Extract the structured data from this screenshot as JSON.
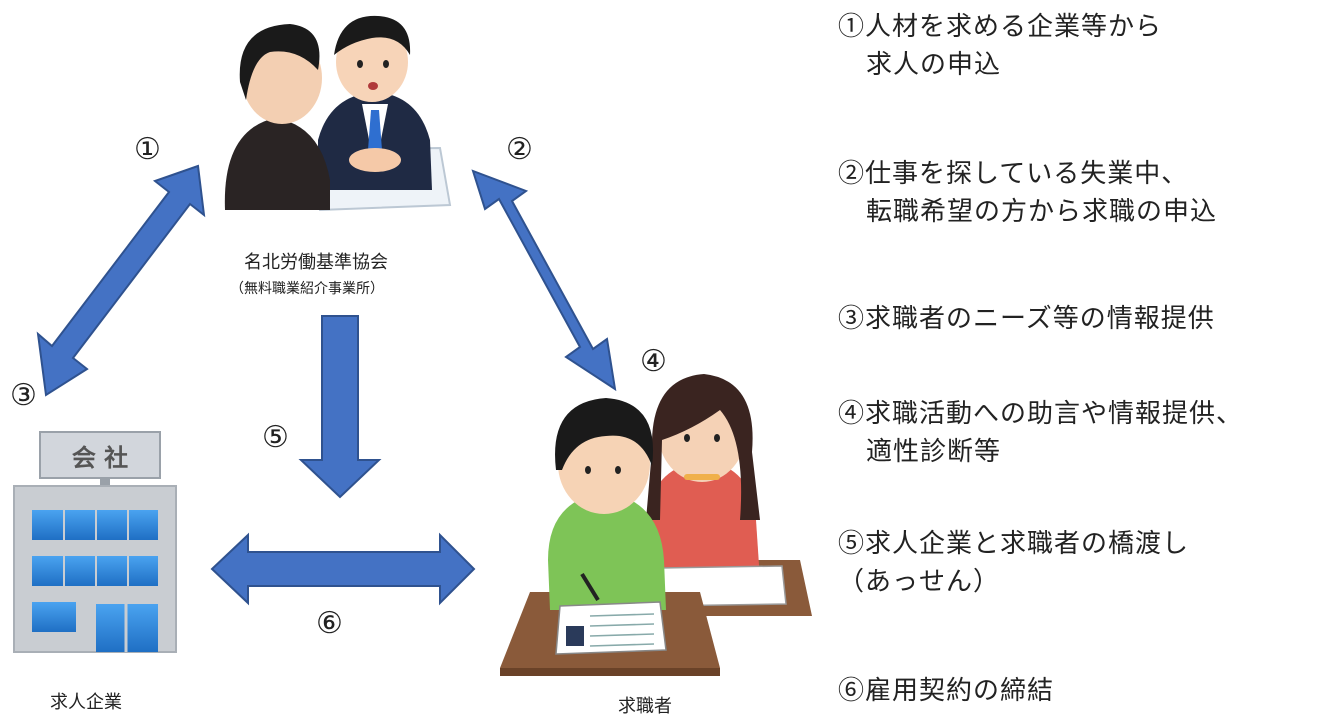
{
  "nodes": {
    "office": {
      "name": "名北労働基準協会",
      "sub": "（無料職業紹介事業所）"
    },
    "company": {
      "name": "求人企業",
      "sign": "会 社"
    },
    "seekers": {
      "name": "求職者"
    }
  },
  "markers": {
    "m1": "①",
    "m2": "②",
    "m3": "③",
    "m4": "④",
    "m5": "⑤",
    "m6": "⑥"
  },
  "steps": [
    {
      "line1": "①人材を求める企業等から",
      "line2": "求人の申込"
    },
    {
      "line1": "②仕事を探している失業中、",
      "line2": "転職希望の方から求職の申込"
    },
    {
      "line1": "③求職者のニーズ等の情報提供",
      "line2": ""
    },
    {
      "line1": "④求職活動への助言や情報提供、",
      "line2": "適性診断等"
    },
    {
      "line1": "⑤求人企業と求職者の橋渡し",
      "line2": "（あっせん）"
    },
    {
      "line1": "⑥雇用契約の締結",
      "line2": ""
    }
  ],
  "colors": {
    "arrow": "#4472c4",
    "arrow_stroke": "#2f528f",
    "building": "#c9c9c9",
    "window": "#2e8ae0"
  }
}
